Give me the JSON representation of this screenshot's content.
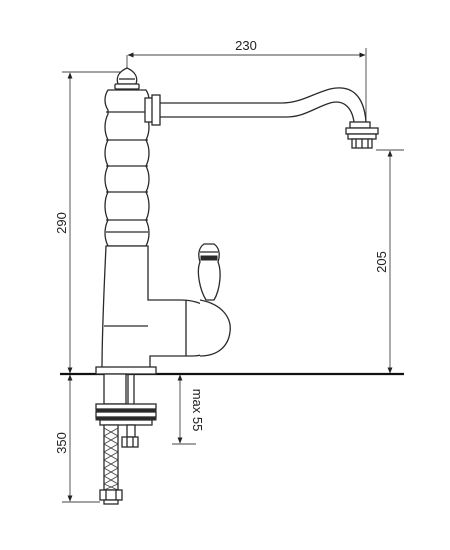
{
  "dimensions": {
    "spout_reach": "230",
    "total_height": "290",
    "spout_height": "205",
    "max_counter_thickness": "max 55",
    "hose_length": "350"
  }
}
